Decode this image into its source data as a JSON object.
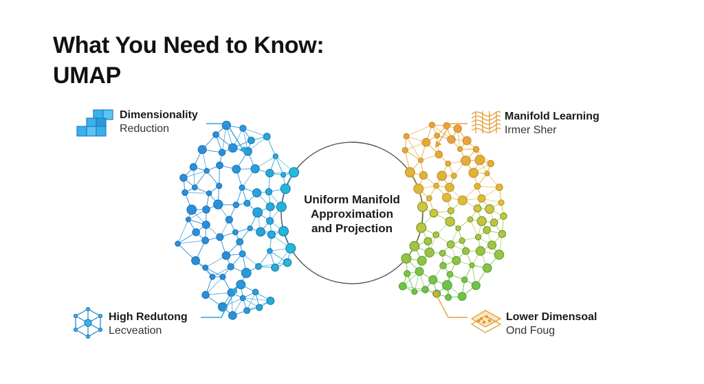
{
  "title": {
    "line1": "What You Need to Know:",
    "line2": "UMAP"
  },
  "center": {
    "line1": "Uniform Manifold",
    "line2": "Approximation",
    "line3": "and Projection"
  },
  "labels": {
    "top_left": {
      "line1": "Dimensionality",
      "line2": "Reduction",
      "icon": "cubes-icon"
    },
    "bottom_left": {
      "line1": "High Redutong",
      "line2": "Lecveation",
      "icon": "network-graph-icon"
    },
    "top_right": {
      "line1": "Manifold Learning",
      "line2": "Irmer Sher",
      "icon": "wavy-surface-icon"
    },
    "bottom_right": {
      "line1": "Lower Dimensoal",
      "line2": "Ond Foug",
      "icon": "projected-plane-icon"
    }
  },
  "colors": {
    "blue": "#2a8fd8",
    "blue_dark": "#1b6fb5",
    "cyan": "#22c1d8",
    "orange": "#e8a03a",
    "yellow": "#d8c23a",
    "green": "#6cc24a",
    "circle": "#555555"
  }
}
